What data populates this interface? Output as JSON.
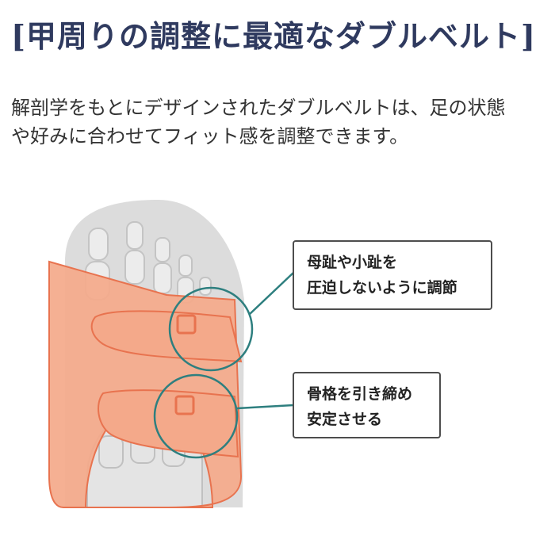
{
  "title": "[甲周りの調整に最適なダブルベルト]",
  "description": {
    "line1": "解剖学をもとにデザインされたダブルベルトは、足の状態",
    "line2": "や好みに合わせてフィット感を調整できます。"
  },
  "callouts": [
    {
      "line1": "母趾や小趾を",
      "line2": "圧迫しないように調節"
    },
    {
      "line1": "骨格を引き締め",
      "line2": "安定させる"
    }
  ],
  "colors": {
    "title": "#2f3a5f",
    "sandal": "#f4a98a",
    "sandal_outline": "#e8734f",
    "bone": "#d9d9d9",
    "callout_ring": "#2e7f7f"
  }
}
